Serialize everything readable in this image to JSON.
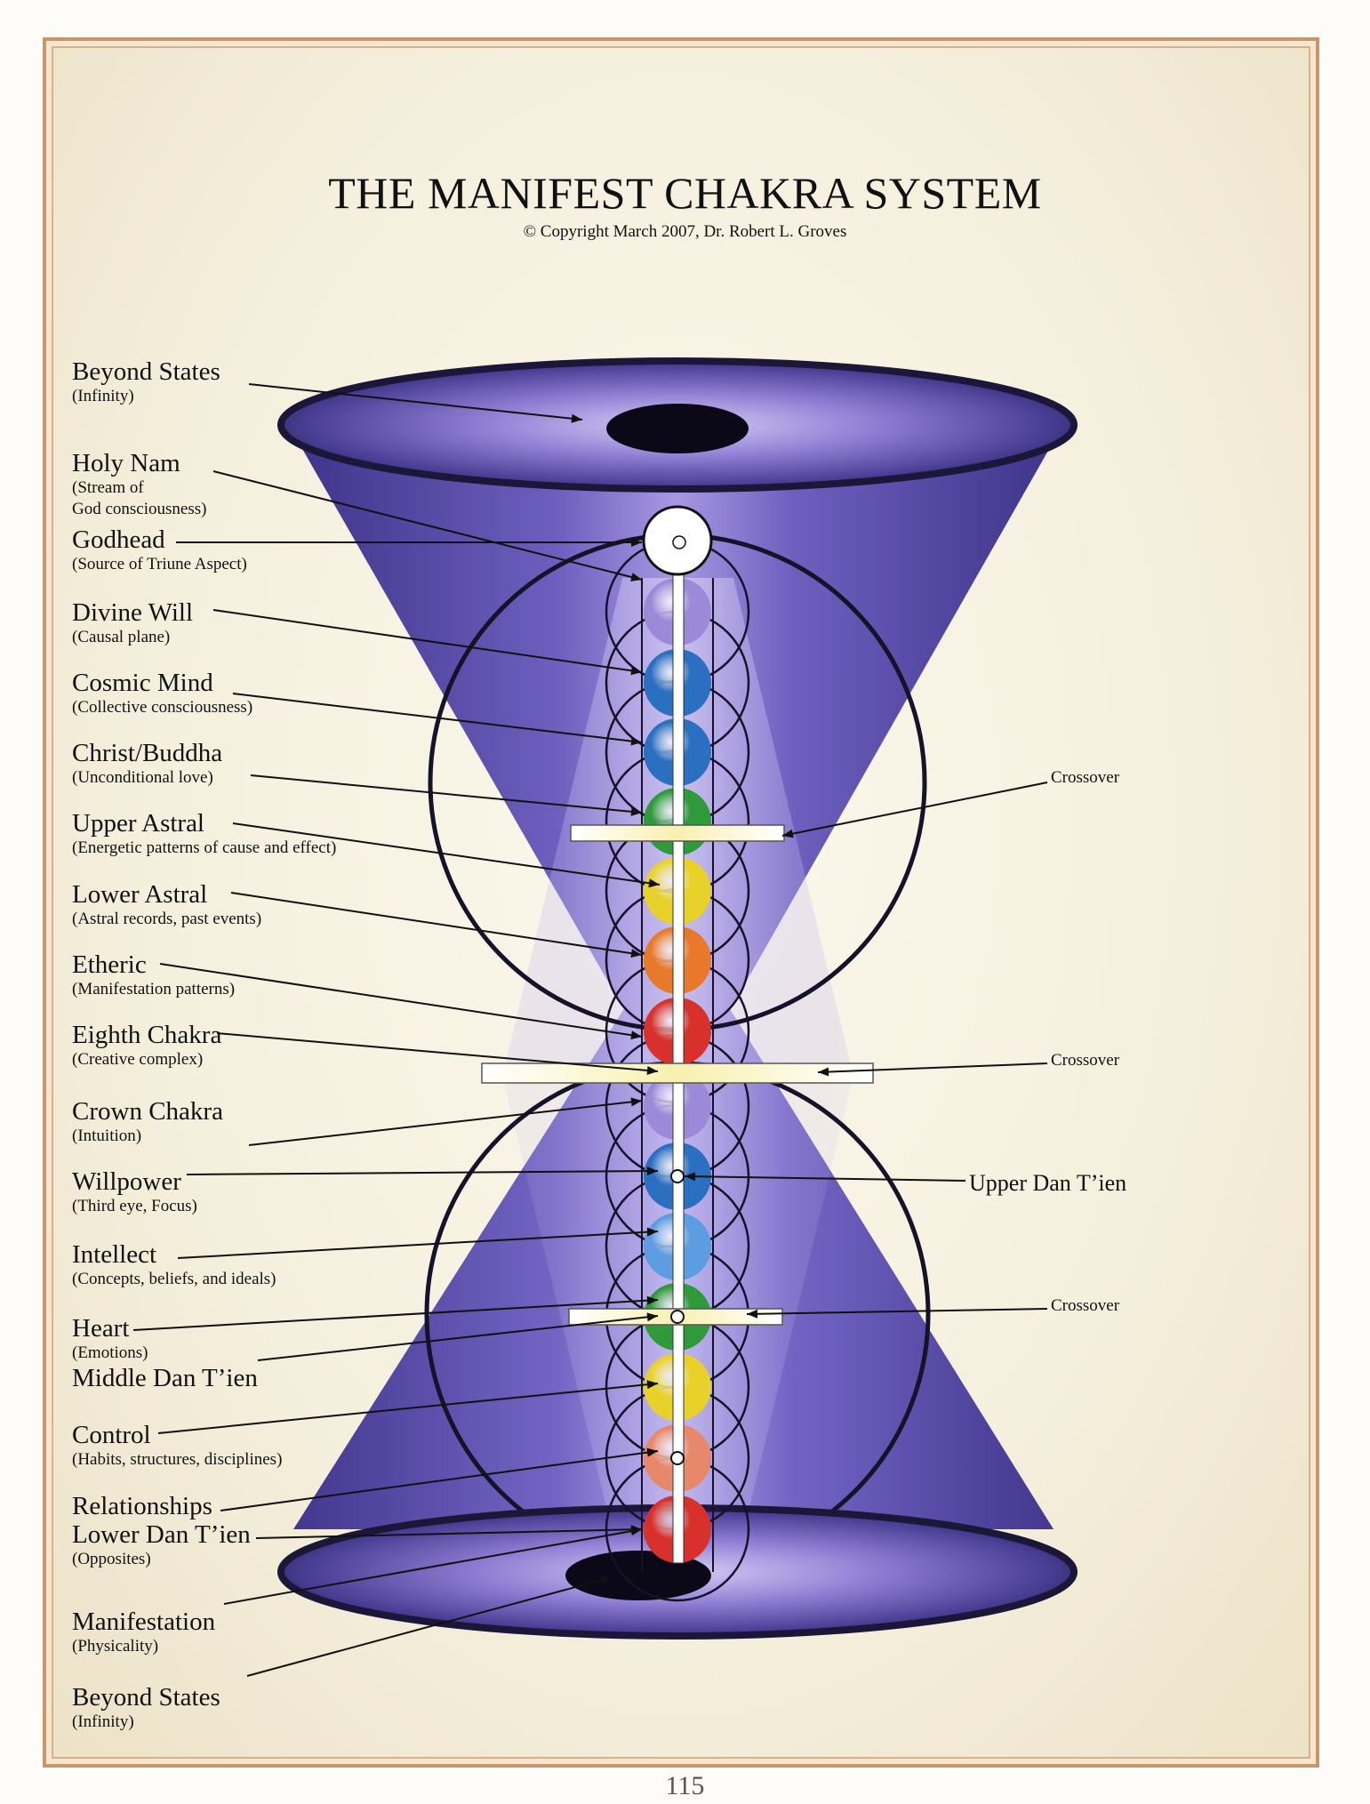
{
  "title": "THE MANIFEST CHAKRA SYSTEM",
  "copyright": "© Copyright March 2007, Dr. Robert L. Groves",
  "page_number": "115",
  "labels": [
    {
      "main": "Beyond States",
      "sub": "(Infinity)"
    },
    {
      "main": "Holy Nam",
      "sub": "(Stream of",
      "sub2": "God consciousness)"
    },
    {
      "main": "Godhead",
      "sub": "(Source of Triune Aspect)"
    },
    {
      "main": "Divine Will",
      "sub": "(Causal plane)"
    },
    {
      "main": "Cosmic Mind",
      "sub": "(Collective consciousness)"
    },
    {
      "main": "Christ/Buddha",
      "sub": "(Unconditional love)"
    },
    {
      "main": "Upper Astral",
      "sub": "(Energetic patterns of cause and effect)"
    },
    {
      "main": "Lower Astral",
      "sub": "(Astral records, past events)"
    },
    {
      "main": "Etheric",
      "sub": "(Manifestation patterns)"
    },
    {
      "main": "Eighth Chakra",
      "sub": "(Creative complex)"
    },
    {
      "main": "Crown Chakra",
      "sub": "(Intuition)"
    },
    {
      "main": "Willpower",
      "sub": "(Third eye, Focus)"
    },
    {
      "main": "Intellect",
      "sub": "(Concepts, beliefs, and ideals)"
    },
    {
      "main": "Heart",
      "sub": "(Emotions)",
      "main2": "Middle Dan T’ien"
    },
    {
      "main": "Control",
      "sub": "(Habits, structures, disciplines)"
    },
    {
      "main": "Relationships",
      "main2": "Lower Dan T’ien",
      "sub": "(Opposites)"
    },
    {
      "main": "Manifestation",
      "sub": "(Physicality)"
    },
    {
      "main": "Beyond States",
      "sub": "(Infinity)"
    }
  ],
  "right_labels": {
    "crossover_1": "Crossover",
    "crossover_2": "Crossover",
    "upper_dan_tien": "Upper Dan T’ien",
    "crossover_3": "Crossover"
  },
  "colors": {
    "cone": "#5a4ea8",
    "cone_light": "#b4a8e8",
    "rim_dark": "#2a2350",
    "violet": "#9c8ad8",
    "blue": "#2a6fc0",
    "light_blue": "#5c9ce0",
    "green": "#2e9a3a",
    "yellow": "#e8d22a",
    "orange": "#e8782a",
    "red": "#d8302a",
    "salmon": "#e8886a",
    "white": "#ffffff"
  }
}
